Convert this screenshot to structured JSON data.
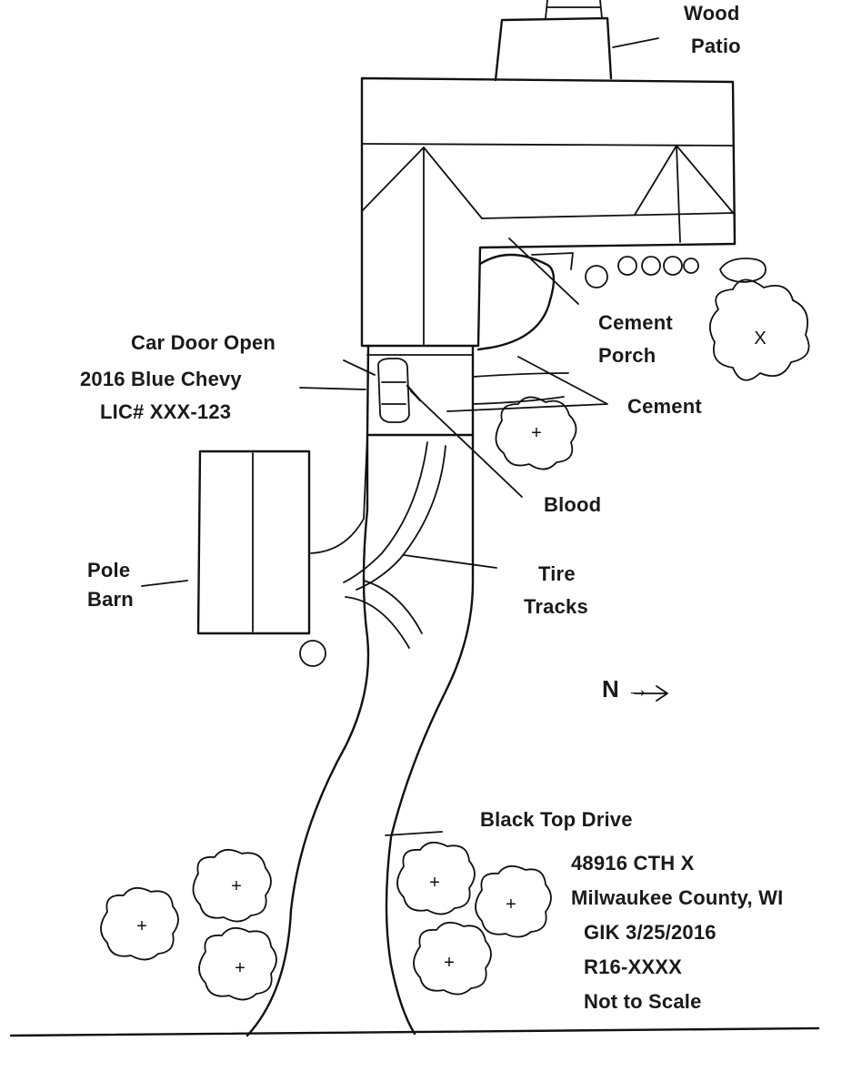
{
  "labels": {
    "wood_patio_1": "Wood",
    "wood_patio_2": "Patio",
    "car_door_open": "Car Door Open",
    "vehicle": "2016 Blue Chevy",
    "license": "LIC# XXX-123",
    "cement_porch_1": "Cement",
    "cement_porch_2": "Porch",
    "cement": "Cement",
    "blood": "Blood",
    "pole_barn_1": "Pole",
    "pole_barn_2": "Barn",
    "tire_tracks_1": "Tire",
    "tire_tracks_2": "Tracks",
    "north_arrow": "N →",
    "black_top_drive": "Black Top Drive"
  },
  "case_info": {
    "address": "48916 CTH X",
    "county": "Milwaukee County, WI",
    "initials_date": "GIK 3/25/2016",
    "case_number": "R16-XXXX",
    "scale_note": "Not to Scale"
  },
  "tree_mark_symbol": "+",
  "shrub_mark_symbol": "X"
}
